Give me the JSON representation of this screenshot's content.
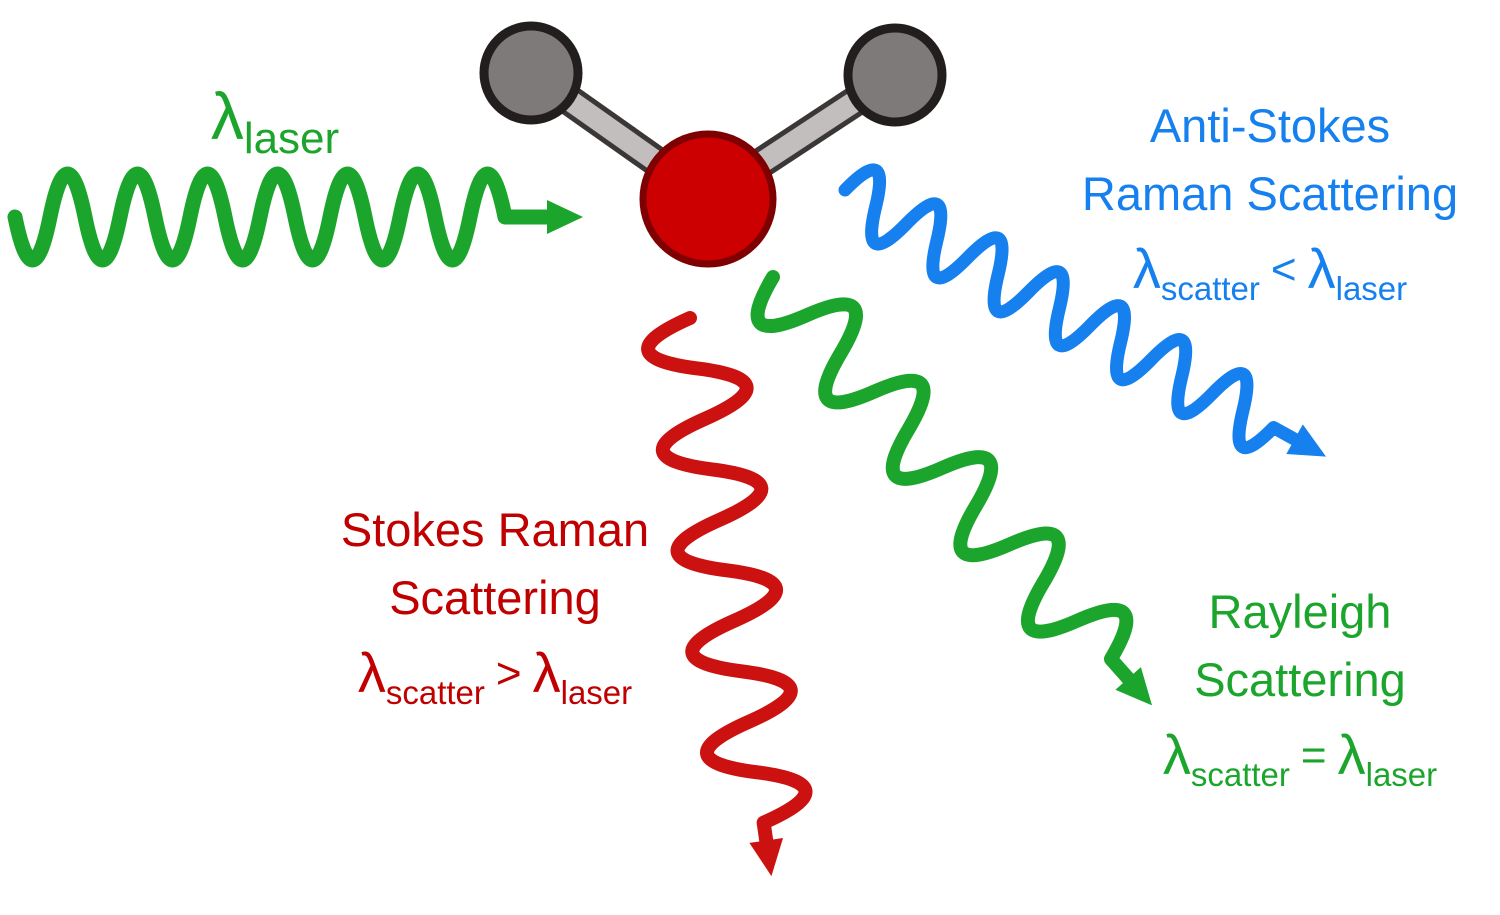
{
  "colors": {
    "green": "#1CA52C",
    "blue": "#1580EE",
    "red_wave": "#CC1111",
    "red_text": "#C00000",
    "oxygen_fill": "#CC0000",
    "oxygen_stroke": "#7E0000",
    "hydrogen_fill": "#7E7A7A",
    "hydrogen_stroke": "#221E1E",
    "bond_core": "#C2BEBE",
    "bond_edge": "#3B3737"
  },
  "labels": {
    "laser": {
      "symbol": "λ",
      "sub": "laser"
    },
    "anti_stokes": {
      "line1": "Anti-Stokes",
      "line2": "Raman Scattering",
      "formula": {
        "lhs": "λ",
        "lhs_sub": "scatter",
        "op": "<",
        "rhs": "λ",
        "rhs_sub": "laser"
      }
    },
    "stokes": {
      "line1": "Stokes Raman",
      "line2": "Scattering",
      "formula": {
        "lhs": "λ",
        "lhs_sub": "scatter",
        "op": ">",
        "rhs": "λ",
        "rhs_sub": "laser"
      }
    },
    "rayleigh": {
      "line1": "Rayleigh",
      "line2": "Scattering",
      "formula": {
        "lhs": "λ",
        "lhs_sub": "scatter",
        "op": "=",
        "rhs": "λ",
        "rhs_sub": "laser"
      }
    }
  }
}
